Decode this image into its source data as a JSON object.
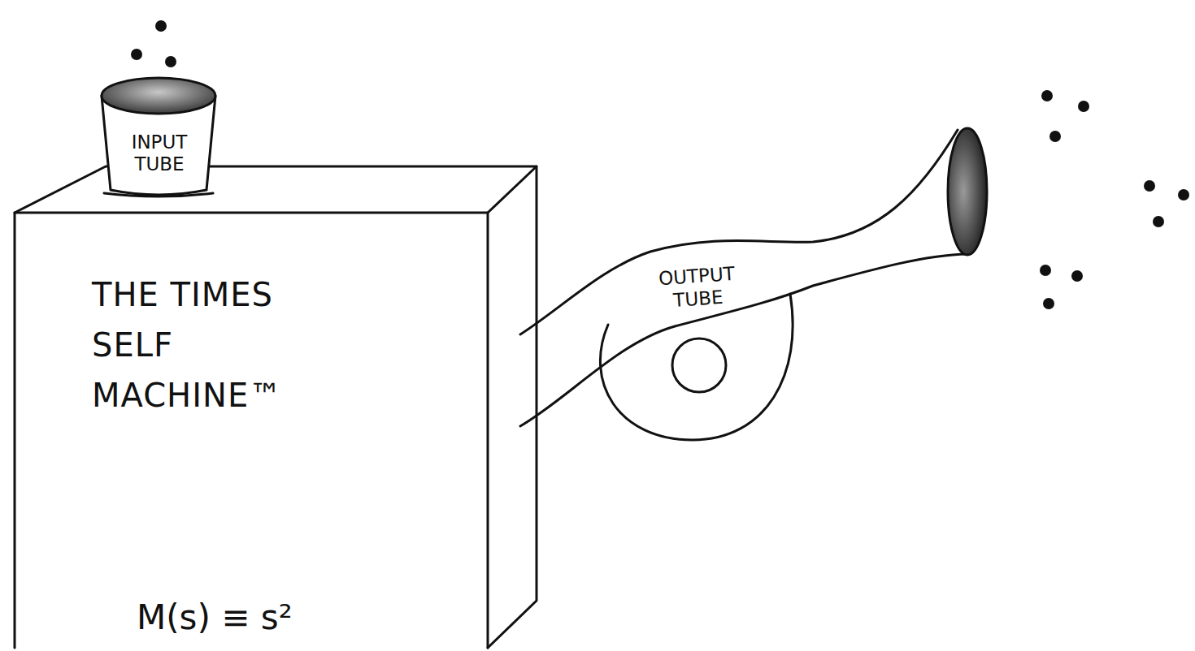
{
  "diagram": {
    "nodes": [
      {
        "text": [
          "THE TIMES SELF MACHINE™",
          "M(s) ≡ s²"
        ]
      },
      {
        "text": [
          "INPUT TUBE"
        ]
      },
      {
        "text": [
          "OUTPUT TUBE"
        ]
      }
    ]
  }
}
